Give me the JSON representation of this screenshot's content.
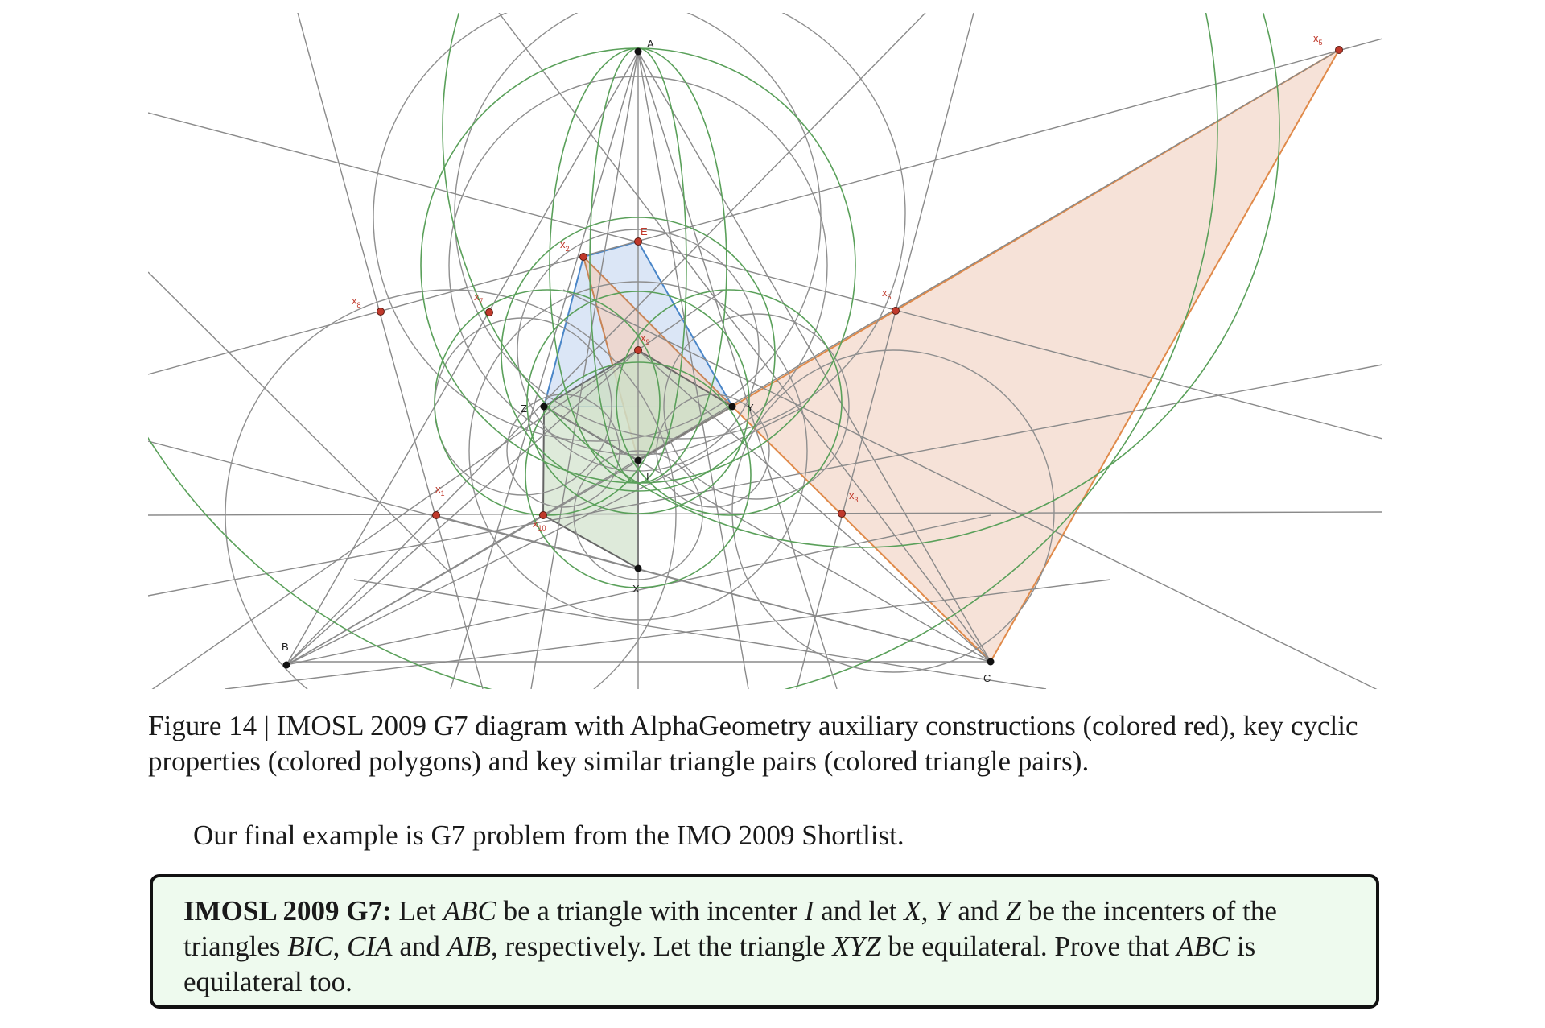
{
  "figure": {
    "point_labels": {
      "A": "A",
      "B": "B",
      "C": "C",
      "E": "E",
      "I": "I",
      "X": "X",
      "Y": "Y",
      "Z": "Z",
      "x1": "1",
      "x2": "2",
      "x3": "3",
      "x5": "5",
      "x6": "6",
      "x7": "7",
      "x8": "8",
      "x9": "9",
      "x10": "10",
      "x_letter": "x"
    },
    "colors": {
      "construction_line": "#8a8a8a",
      "circle_green": "#5aa05a",
      "circle_gray": "#8f8f8f",
      "aux_point": "#c0392b",
      "poly_blue_fill": "#dbe6f6",
      "poly_blue_stroke": "#4a86c8",
      "poly_orange_fill": "#f6e2d8",
      "poly_orange_stroke": "#e08a4a",
      "poly_green_fill": "#dbe8d6",
      "poly_dark_stroke": "#444444"
    }
  },
  "caption": {
    "text": "Figure 14 | IMOSL 2009 G7 diagram with AlphaGeometry auxiliary constructions (colored red), key cyclic properties (colored polygons) and key similar triangle pairs (colored triangle pairs)."
  },
  "intro": {
    "text": "Our final example is G7 problem from the IMO 2009 Shortlist."
  },
  "problem": {
    "heading": "IMOSL 2009 G7:",
    "t1": " Let ",
    "m_ABC": "ABC",
    "t2": " be a triangle with incenter ",
    "m_I": "I",
    "t3": " and let ",
    "m_X": "X",
    "t4": ", ",
    "m_Y": "Y",
    "t5": " and ",
    "m_Z": "Z",
    "t6": " be the incenters of the triangles ",
    "m_BIC": "BIC",
    "t7": ", ",
    "m_CIA": "CIA",
    "t8": " and ",
    "m_AIB": "AIB",
    "t9": ", respectively. Let the triangle ",
    "m_XYZ": "XYZ",
    "t10": " be equilateral. Prove that ",
    "m_ABC2": "ABC",
    "t11": " is equilateral too."
  }
}
